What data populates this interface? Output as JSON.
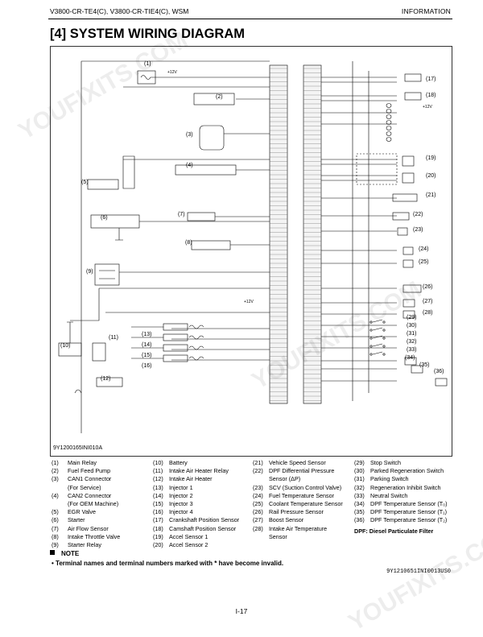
{
  "header": {
    "models": "V3800-CR-TE4(C), V3800-CR-TIE4(C), WSM",
    "section": "INFORMATION"
  },
  "title": "[4]  SYSTEM WIRING DIAGRAM",
  "figure": {
    "id": "9Y1200165INI010A",
    "callouts": [
      "(1)",
      "(2)",
      "(3)",
      "(4)",
      "(5)",
      "(6)",
      "(7)",
      "(8)",
      "(9)",
      "(10)",
      "(11)",
      "(12)",
      "(13)",
      "(14)",
      "(15)",
      "(16)",
      "(17)",
      "(18)",
      "(19)",
      "(20)",
      "(21)",
      "(22)",
      "(23)",
      "(24)",
      "(25)",
      "(26)",
      "(27)",
      "(28)",
      "(29)",
      "(30)",
      "(31)",
      "(32)",
      "(33)",
      "(34)",
      "(35)",
      "(36)"
    ],
    "supply_labels": [
      "+12V",
      "+12V",
      "+12V"
    ]
  },
  "legend": {
    "col1": [
      {
        "n": "(1)",
        "t": "Main Relay"
      },
      {
        "n": "(2)",
        "t": "Fuel Feed Pump"
      },
      {
        "n": "(3)",
        "t": "CAN1 Connector",
        "c": "(For Service)"
      },
      {
        "n": "(4)",
        "t": "CAN2 Connector",
        "c": "(For OEM Machine)"
      },
      {
        "n": "(5)",
        "t": "EGR Valve"
      },
      {
        "n": "(6)",
        "t": "Starter"
      },
      {
        "n": "(7)",
        "t": "Air Flow Sensor"
      },
      {
        "n": "(8)",
        "t": "Intake Throttle Valve"
      },
      {
        "n": "(9)",
        "t": "Starter Relay"
      }
    ],
    "col2": [
      {
        "n": "(10)",
        "t": "Battery"
      },
      {
        "n": "(11)",
        "t": "Intake Air Heater Relay"
      },
      {
        "n": "(12)",
        "t": "Intake Air Heater"
      },
      {
        "n": "(13)",
        "t": "Injector 1"
      },
      {
        "n": "(14)",
        "t": "Injector 2"
      },
      {
        "n": "(15)",
        "t": "Injector 3"
      },
      {
        "n": "(16)",
        "t": "Injector 4"
      },
      {
        "n": "(17)",
        "t": "Crankshaft Position Sensor"
      },
      {
        "n": "(18)",
        "t": "Camshaft Position Sensor"
      },
      {
        "n": "(19)",
        "t": "Accel Sensor 1"
      },
      {
        "n": "(20)",
        "t": "Accel Sensor 2"
      }
    ],
    "col3": [
      {
        "n": "(21)",
        "t": "Vehicle Speed Sensor"
      },
      {
        "n": "(22)",
        "t": "DPF Differential Pressure",
        "c": "Sensor (ΔP)"
      },
      {
        "n": "(23)",
        "t": "SCV (Suction Control Valve)"
      },
      {
        "n": "(24)",
        "t": "Fuel Temperature Sensor"
      },
      {
        "n": "(25)",
        "t": "Coolant Temperature Sensor"
      },
      {
        "n": "(26)",
        "t": "Rail Pressure Sensor"
      },
      {
        "n": "(27)",
        "t": "Boost Sensor"
      },
      {
        "n": "(28)",
        "t": "Intake Air Temperature",
        "c": "Sensor"
      }
    ],
    "col4": [
      {
        "n": "(29)",
        "t": "Stop Switch"
      },
      {
        "n": "(30)",
        "t": "Parked Regeneration Switch"
      },
      {
        "n": "(31)",
        "t": "Parking Switch"
      },
      {
        "n": "(32)",
        "t": "Regeneration Inhibit Switch"
      },
      {
        "n": "(33)",
        "t": "Neutral Switch"
      },
      {
        "n": "(34)",
        "t": "DPF Temperature Sensor (T₀)"
      },
      {
        "n": "(35)",
        "t": "DPF Temperature Sensor (T₁)"
      },
      {
        "n": "(36)",
        "t": "DPF Temperature Sensor (T₂)"
      }
    ],
    "dpf_note": "DPF: Diesel Particulate Filter"
  },
  "note": {
    "heading": "NOTE",
    "bullet": "•  Terminal names and terminal numbers marked with * have become invalid."
  },
  "doc_number": "9Y1210651INI0013US0",
  "page_number": "I-17",
  "watermark": "YOUFIXITS.COM"
}
